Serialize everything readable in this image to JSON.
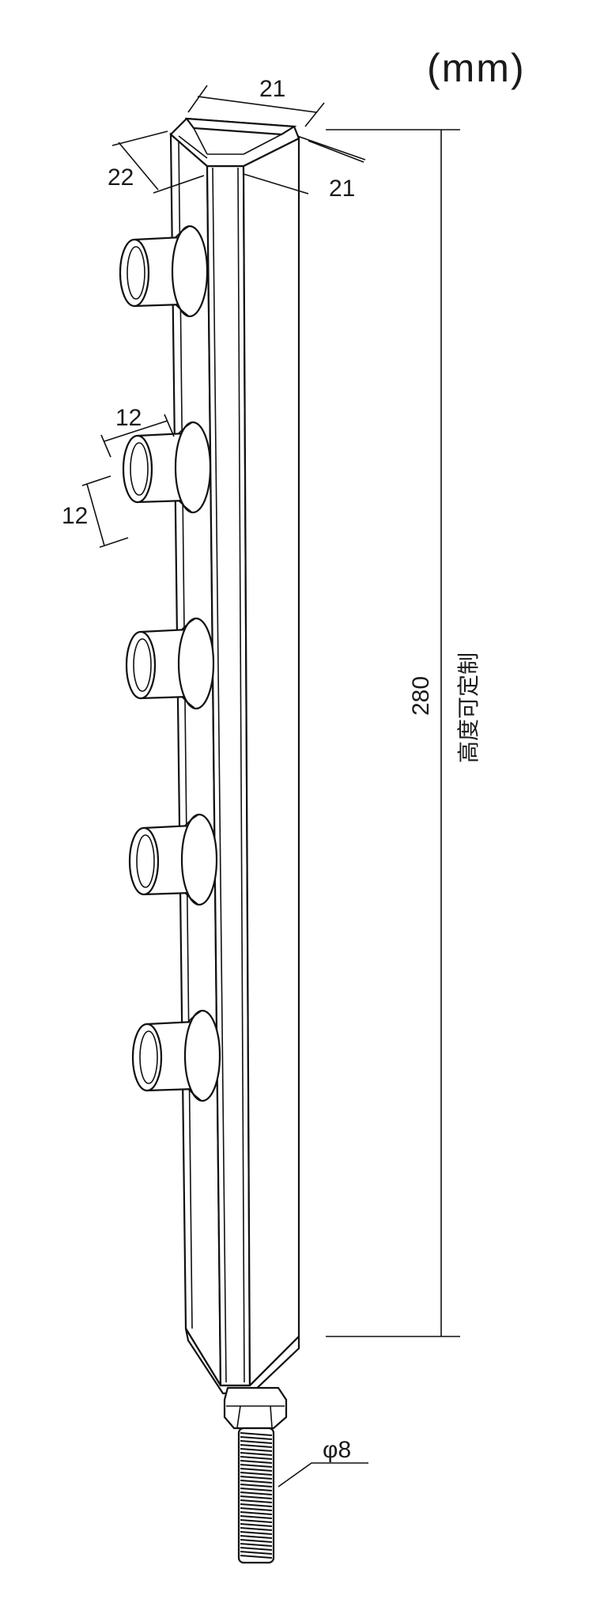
{
  "unit_label": "(mm)",
  "dimensions": {
    "top_width": "21",
    "top_depth": "22",
    "top_side": "21",
    "socket_width": "12",
    "socket_height": "12",
    "height": "280",
    "height_note": "高度可定制",
    "thread": "φ8"
  },
  "socket_count": 5
}
